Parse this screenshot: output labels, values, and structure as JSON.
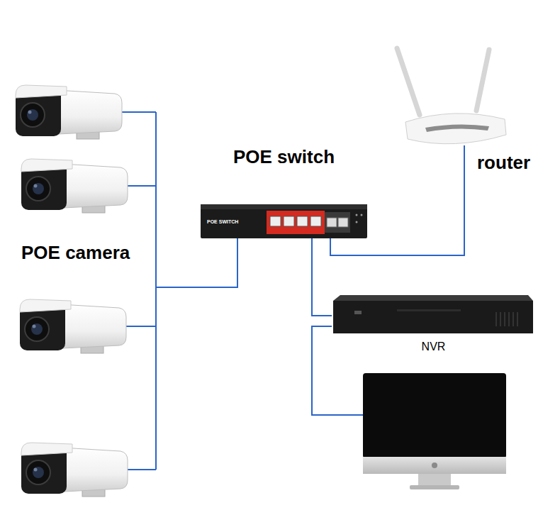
{
  "diagram": {
    "nodes": [
      {
        "text": [
          "POE switch"
        ]
      },
      {
        "text": [
          "router"
        ]
      },
      {
        "text": [
          "POE camera"
        ]
      },
      {
        "text": [
          "NVR"
        ]
      }
    ],
    "edges": [
      {
        "from": 2,
        "to": 0,
        "arrow": "none"
      },
      {
        "from": 0,
        "to": 1,
        "arrow": "none"
      },
      {
        "from": 0,
        "to": 3,
        "arrow": "none"
      }
    ],
    "labels": [
      "POE SWITCH"
    ]
  }
}
